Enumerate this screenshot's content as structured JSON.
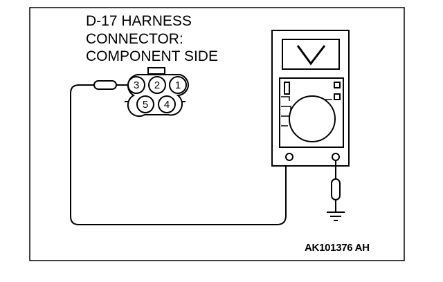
{
  "diagram": {
    "title_lines": [
      "D-17 HARNESS",
      "CONNECTOR:",
      "COMPONENT SIDE"
    ],
    "reference_code": "AK101376 AH",
    "connector_pins": [
      "3",
      "2",
      "1",
      "5",
      "4"
    ],
    "meter_range_symbol": "V",
    "colors": {
      "line": "#000000",
      "background": "#ffffff"
    }
  }
}
